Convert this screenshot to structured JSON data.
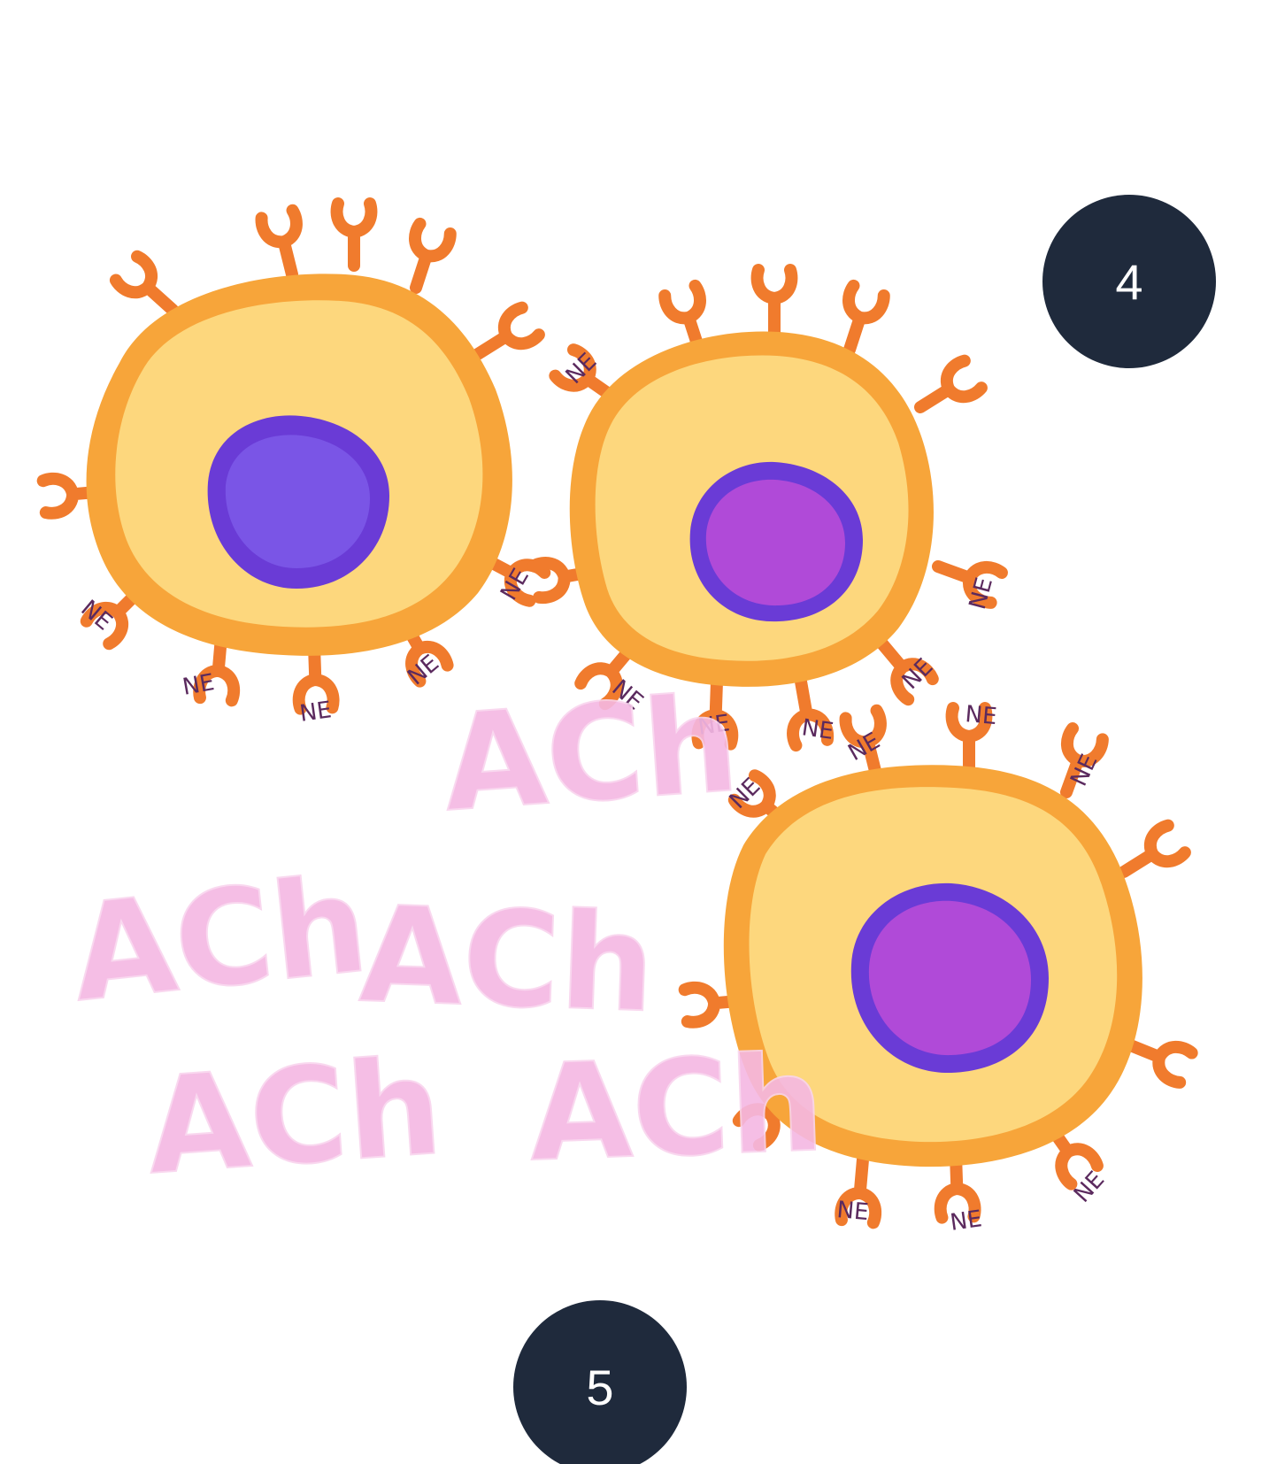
{
  "badges": [
    {
      "label": "4"
    },
    {
      "label": "5"
    }
  ],
  "neurotransmitters": {
    "ach_label": "ACh",
    "ne_label": "NE"
  },
  "colors": {
    "badge_fill": "#1f2a3c",
    "cell_membrane": "#f7a53a",
    "cell_cytoplasm": "#fdd77d",
    "receptor": "#f07b2d",
    "nucleus_outer": "#6a3bd6",
    "nucleus_inner": "#b04ad8",
    "ach_text": "#f5b8e3",
    "ne_text": "#5b2a5e"
  },
  "icons": {
    "cell": "cell-icon",
    "receptor": "y-receptor-icon",
    "nucleus": "nucleus-icon"
  }
}
